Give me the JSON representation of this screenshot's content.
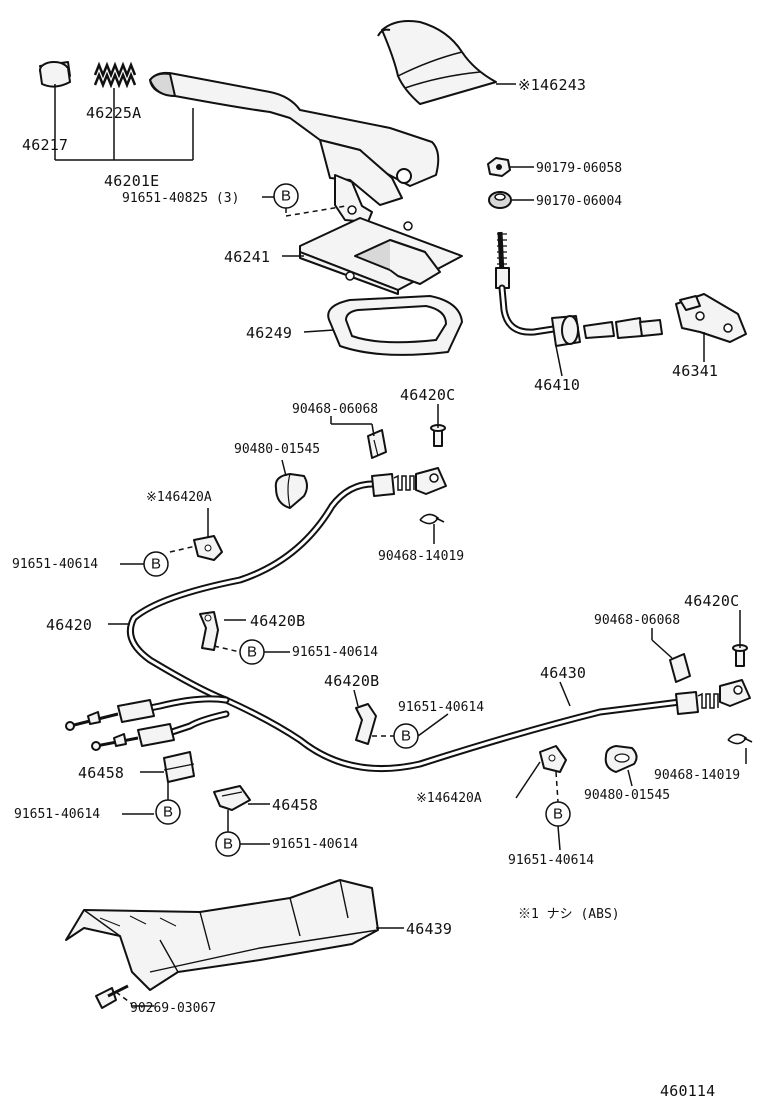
{
  "labels": {
    "p146243": "※146243",
    "p46225A": "46225A",
    "p46217": "46217",
    "p46201E": "46201E",
    "p91651_40825": "91651-40825 (3)",
    "p90179": "90179-06058",
    "p90170": "90170-06004",
    "p46241": "46241",
    "p46249": "46249",
    "p46410": "46410",
    "p46341": "46341",
    "p46420C_top": "46420C",
    "p90468_06068_top": "90468-06068",
    "p90480_top": "90480-01545",
    "p146420A_top": "※146420A",
    "p91651_left": "91651-40614",
    "p90468_14019_top": "90468-14019",
    "p46420": "46420",
    "p46420B_a": "46420B",
    "p91651_mid": "91651-40614",
    "p46420C_right": "46420C",
    "p90468_06068_right": "90468-06068",
    "p46430": "46430",
    "p46420B_b": "46420B",
    "p91651_midright": "91651-40614",
    "p46458_left": "46458",
    "p91651_lower_left": "91651-40614",
    "p46458_mid": "46458",
    "p91651_lower_mid": "91651-40614",
    "p146420A_bottom": "※146420A",
    "p90480_right": "90480-01545",
    "p90468_14019_right": "90468-14019",
    "p91651_lower_right": "91651-40614",
    "p46439": "46439",
    "note": "※1 ナシ (ABS)",
    "p90269": "90269-03067",
    "diagram_id": "460114"
  },
  "circle_marker": "B"
}
